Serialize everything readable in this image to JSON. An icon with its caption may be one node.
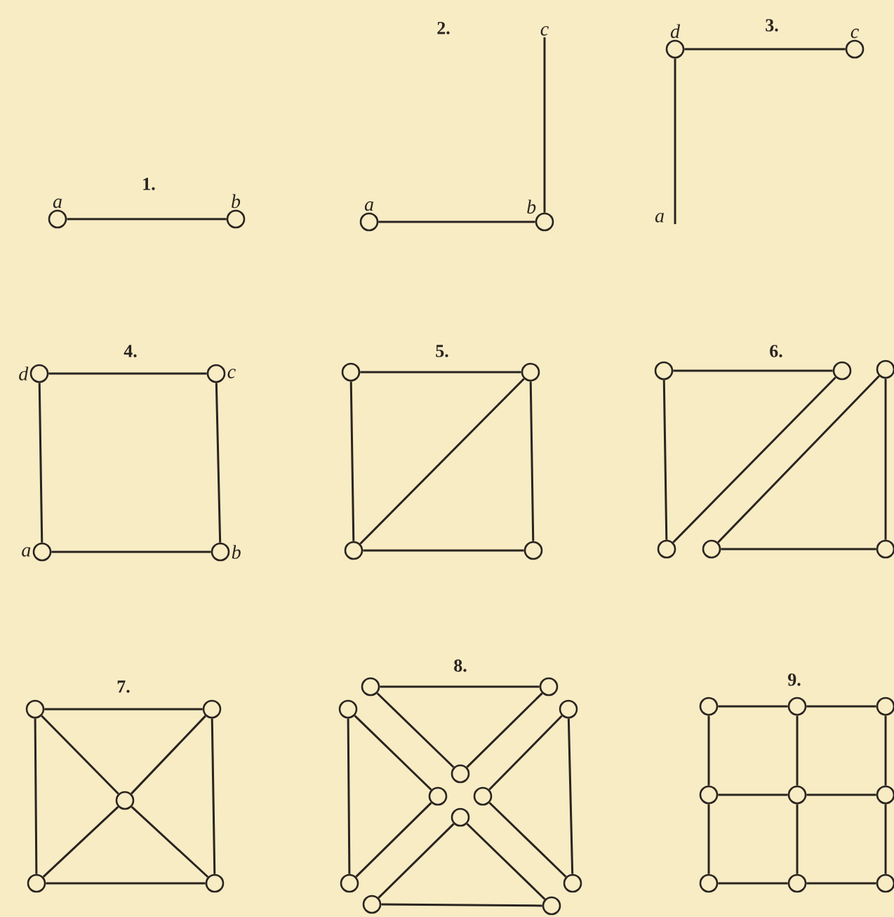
{
  "diagram": {
    "nodes": [
      {
        "text": [],
        "shape": "circle",
        "beside": [
          "a"
        ]
      },
      {
        "text": [],
        "shape": "circle",
        "beside": [
          "b"
        ]
      },
      {
        "text": [
          "c"
        ]
      },
      {
        "text": [],
        "shape": "circle",
        "beside": [
          "a"
        ]
      },
      {
        "text": [],
        "shape": "circle",
        "beside": [
          "b"
        ]
      },
      {
        "text": [],
        "shape": "circle",
        "beside": [
          "d"
        ]
      },
      {
        "text": [],
        "shape": "circle",
        "beside": [
          "c"
        ]
      },
      {
        "text": [
          "a"
        ]
      },
      {
        "text": [],
        "shape": "circle",
        "beside": [
          "d"
        ]
      },
      {
        "text": [],
        "shape": "circle",
        "beside": [
          "c"
        ]
      },
      {
        "text": [],
        "shape": "circle",
        "beside": [
          "a"
        ]
      },
      {
        "text": [],
        "shape": "circle",
        "beside": [
          "b"
        ]
      },
      {
        "text": [],
        "shape": "circle"
      },
      {
        "text": [],
        "shape": "circle"
      },
      {
        "text": [],
        "shape": "circle"
      },
      {
        "text": [],
        "shape": "circle"
      },
      {
        "text": [],
        "shape": "circle"
      },
      {
        "text": [],
        "shape": "circle"
      },
      {
        "text": [],
        "shape": "circle"
      },
      {
        "text": [],
        "shape": "circle"
      },
      {
        "text": [],
        "shape": "circle"
      },
      {
        "text": [],
        "shape": "circle"
      },
      {
        "text": [],
        "shape": "circle"
      },
      {
        "text": [],
        "shape": "circle"
      },
      {
        "text": [],
        "shape": "circle"
      },
      {
        "text": [],
        "shape": "circle"
      },
      {
        "text": [],
        "shape": "circle"
      },
      {
        "text": [],
        "shape": "circle"
      },
      {
        "text": [],
        "shape": "circle"
      },
      {
        "text": [],
        "shape": "circle"
      },
      {
        "text": [],
        "shape": "circle"
      },
      {
        "text": [],
        "shape": "circle"
      },
      {
        "text": [],
        "shape": "circle"
      },
      {
        "text": [],
        "shape": "circle"
      },
      {
        "text": [],
        "shape": "circle"
      },
      {
        "text": [],
        "shape": "circle"
      },
      {
        "text": [],
        "shape": "circle"
      },
      {
        "text": [],
        "shape": "circle"
      },
      {
        "text": [],
        "shape": "circle"
      },
      {
        "text": [],
        "shape": "circle"
      },
      {
        "text": [],
        "shape": "circle"
      },
      {
        "text": [],
        "shape": "circle"
      },
      {
        "text": [],
        "shape": "circle"
      },
      {
        "text": [],
        "shape": "circle"
      },
      {
        "text": [],
        "shape": "circle"
      },
      {
        "text": [],
        "shape": "circle"
      },
      {
        "text": [],
        "shape": "circle"
      },
      {
        "text": [],
        "shape": "circle"
      }
    ],
    "edges": [
      {
        "from": 0,
        "to": 1,
        "arrow": "none"
      },
      {
        "from": 3,
        "to": 4,
        "arrow": "none"
      },
      {
        "from": 4,
        "to": 2,
        "arrow": "none"
      },
      {
        "from": 5,
        "to": 6,
        "arrow": "none"
      },
      {
        "from": 5,
        "to": 7,
        "arrow": "none"
      },
      {
        "from": 8,
        "to": 9,
        "arrow": "none"
      },
      {
        "from": 8,
        "to": 10,
        "arrow": "none"
      },
      {
        "from": 9,
        "to": 11,
        "arrow": "none"
      },
      {
        "from": 10,
        "to": 11,
        "arrow": "none"
      },
      {
        "from": 12,
        "to": 13,
        "arrow": "none"
      },
      {
        "from": 12,
        "to": 14,
        "arrow": "none"
      },
      {
        "from": 13,
        "to": 15,
        "arrow": "none"
      },
      {
        "from": 14,
        "to": 15,
        "arrow": "none"
      },
      {
        "from": 14,
        "to": 13,
        "arrow": "none"
      },
      {
        "from": 16,
        "to": 17,
        "arrow": "none"
      },
      {
        "from": 16,
        "to": 19,
        "arrow": "none"
      },
      {
        "from": 19,
        "to": 17,
        "arrow": "none"
      },
      {
        "from": 20,
        "to": 18,
        "arrow": "none"
      },
      {
        "from": 18,
        "to": 21,
        "arrow": "none"
      },
      {
        "from": 20,
        "to": 21,
        "arrow": "none"
      },
      {
        "from": 22,
        "to": 23,
        "arrow": "none"
      },
      {
        "from": 22,
        "to": 25,
        "arrow": "none"
      },
      {
        "from": 23,
        "to": 26,
        "arrow": "none"
      },
      {
        "from": 25,
        "to": 26,
        "arrow": "none"
      },
      {
        "from": 22,
        "to": 24,
        "arrow": "none"
      },
      {
        "from": 23,
        "to": 24,
        "arrow": "none"
      },
      {
        "from": 25,
        "to": 24,
        "arrow": "none"
      },
      {
        "from": 26,
        "to": 24,
        "arrow": "none"
      },
      {
        "from": 27,
        "to": 28,
        "arrow": "none"
      },
      {
        "from": 27,
        "to": 31,
        "arrow": "none"
      },
      {
        "from": 28,
        "to": 31,
        "arrow": "none"
      },
      {
        "from": 29,
        "to": 32,
        "arrow": "none"
      },
      {
        "from": 29,
        "to": 35,
        "arrow": "none"
      },
      {
        "from": 35,
        "to": 32,
        "arrow": "none"
      },
      {
        "from": 30,
        "to": 33,
        "arrow": "none"
      },
      {
        "from": 30,
        "to": 36,
        "arrow": "none"
      },
      {
        "from": 36,
        "to": 33,
        "arrow": "none"
      },
      {
        "from": 37,
        "to": 38,
        "arrow": "none"
      },
      {
        "from": 37,
        "to": 34,
        "arrow": "none"
      },
      {
        "from": 38,
        "to": 34,
        "arrow": "none"
      },
      {
        "from": 39,
        "to": 40,
        "arrow": "none"
      },
      {
        "from": 40,
        "to": 41,
        "arrow": "none"
      },
      {
        "from": 42,
        "to": 43,
        "arrow": "none"
      },
      {
        "from": 43,
        "to": 44,
        "arrow": "none"
      },
      {
        "from": 45,
        "to": 46,
        "arrow": "none"
      },
      {
        "from": 46,
        "to": 47,
        "arrow": "none"
      },
      {
        "from": 39,
        "to": 42,
        "arrow": "none"
      },
      {
        "from": 42,
        "to": 45,
        "arrow": "none"
      },
      {
        "from": 40,
        "to": 43,
        "arrow": "none"
      },
      {
        "from": 43,
        "to": 46,
        "arrow": "none"
      },
      {
        "from": 41,
        "to": 44,
        "arrow": "none"
      },
      {
        "from": 44,
        "to": 47,
        "arrow": "none"
      }
    ],
    "labels": [
      "2.",
      "3.",
      "1.",
      "4.",
      "5.",
      "6.",
      "8.",
      "9.",
      "7."
    ]
  }
}
